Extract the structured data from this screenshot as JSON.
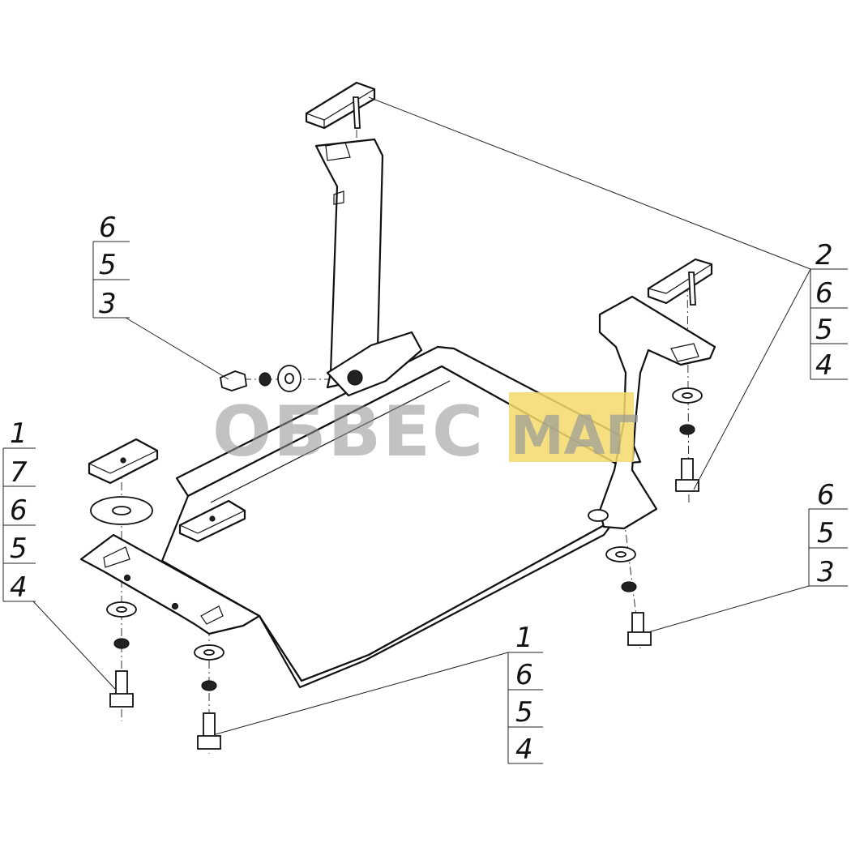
{
  "watermark": {
    "main": "ОБВЕС",
    "suffix": "МАГ",
    "accent_color": "#f5d96a"
  },
  "callouts": {
    "top_right": [
      "2",
      "6",
      "5",
      "4"
    ],
    "upper_left": [
      "6",
      "5",
      "3"
    ],
    "left": [
      "1",
      "7",
      "6",
      "5",
      "4"
    ],
    "right": [
      "6",
      "5",
      "3"
    ],
    "bottom": [
      "1",
      "6",
      "5",
      "4"
    ]
  }
}
